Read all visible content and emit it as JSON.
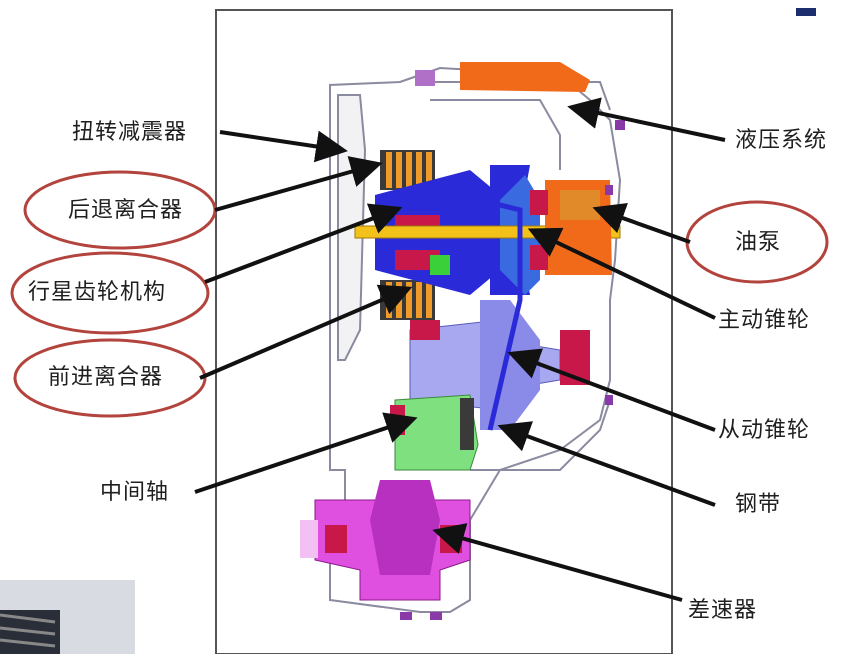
{
  "labels": {
    "torsional_damper": "扭转减震器",
    "reverse_clutch": "后退离合器",
    "planetary_gear": "行星齿轮机构",
    "forward_clutch": "前进离合器",
    "intermediate_shaft": "中间轴",
    "hydraulic_system": "液压系统",
    "oil_pump": "油泵",
    "drive_pulley": "主动锥轮",
    "driven_pulley": "从动锥轮",
    "steel_belt": "钢带",
    "differential": "差速器"
  },
  "highlighted_labels": [
    "reverse_clutch",
    "planetary_gear",
    "forward_clutch",
    "oil_pump"
  ],
  "colors": {
    "highlight_ellipse": "#b2443d",
    "arrow": "#111111",
    "label_text": "#1f1f1f",
    "outline": "#8a8aa0",
    "blue_parts": "#2a2ad8",
    "orange_parts": "#f06a1a",
    "yellow_shaft": "#f2c21a",
    "green_parts": "#7ee07e",
    "magenta_parts": "#e050e0",
    "lavender_parts": "#a8a8f0",
    "crimson_parts": "#c8184a",
    "purple_parts": "#8a3aa8"
  }
}
